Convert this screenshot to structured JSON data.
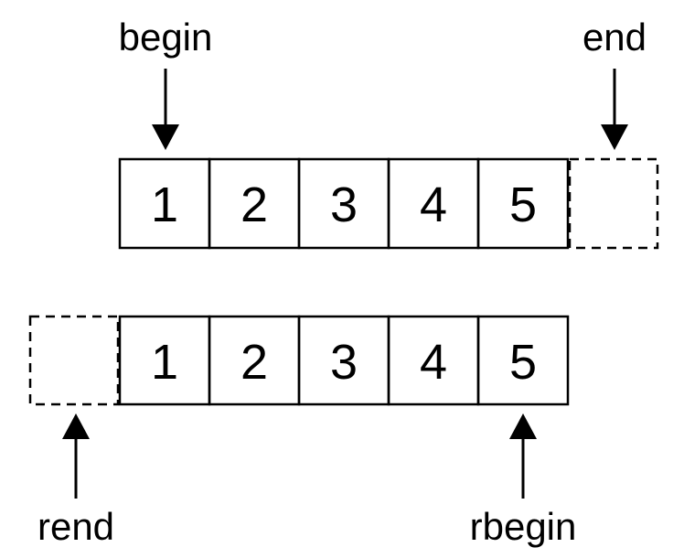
{
  "diagram": {
    "forward": {
      "cells": [
        "1",
        "2",
        "3",
        "4",
        "5"
      ],
      "begin_label": "begin",
      "end_label": "end"
    },
    "reverse": {
      "cells": [
        "1",
        "2",
        "3",
        "4",
        "5"
      ],
      "rbegin_label": "rbegin",
      "rend_label": "rend"
    }
  }
}
